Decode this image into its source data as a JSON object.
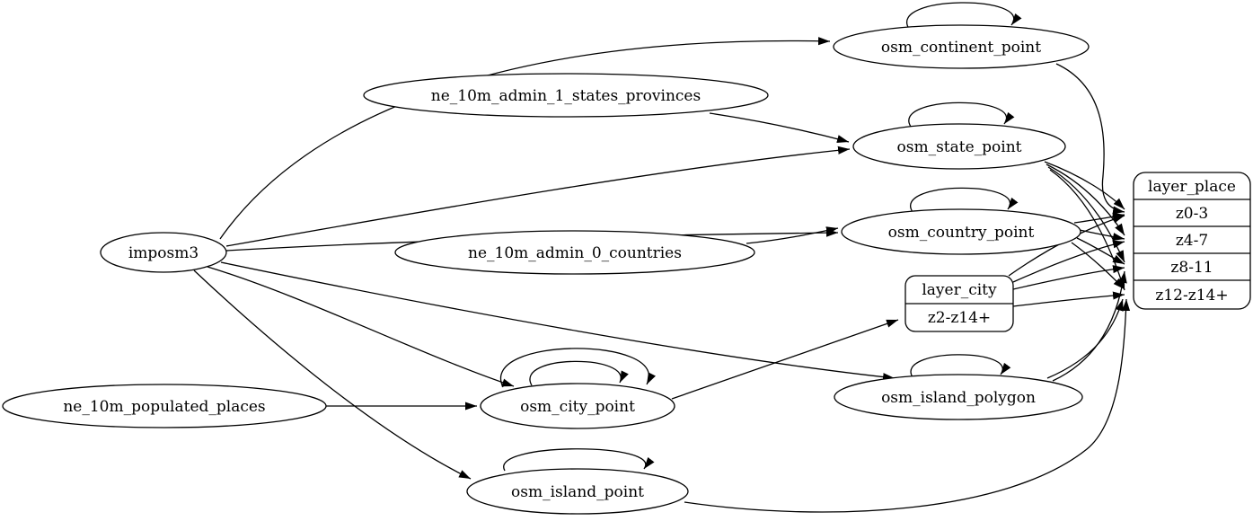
{
  "diagram": {
    "type": "directed-graph",
    "nodes": {
      "imposm3": {
        "label": "imposm3"
      },
      "ne_10m_admin_1_states_provinces": {
        "label": "ne_10m_admin_1_states_provinces"
      },
      "ne_10m_admin_0_countries": {
        "label": "ne_10m_admin_0_countries"
      },
      "ne_10m_populated_places": {
        "label": "ne_10m_populated_places"
      },
      "osm_continent_point": {
        "label": "osm_continent_point"
      },
      "osm_state_point": {
        "label": "osm_state_point"
      },
      "osm_country_point": {
        "label": "osm_country_point"
      },
      "osm_city_point": {
        "label": "osm_city_point"
      },
      "osm_island_polygon": {
        "label": "osm_island_polygon"
      },
      "osm_island_point": {
        "label": "osm_island_point"
      }
    },
    "records": {
      "layer_place": {
        "title": "layer_place",
        "rows": [
          "z0-3",
          "z4-7",
          "z8-11",
          "z12-z14+"
        ]
      },
      "layer_city": {
        "title": "layer_city",
        "rows": [
          "z2-z14+"
        ]
      }
    },
    "colors": {
      "record_fill": "#ffb6c1",
      "node_fill": "#ffffff",
      "stroke": "#000000",
      "background": "#ffffff"
    },
    "edges": [
      {
        "from": "imposm3",
        "to": "osm_continent_point"
      },
      {
        "from": "imposm3",
        "to": "osm_state_point"
      },
      {
        "from": "imposm3",
        "to": "osm_country_point"
      },
      {
        "from": "imposm3",
        "to": "osm_city_point"
      },
      {
        "from": "imposm3",
        "to": "osm_island_polygon"
      },
      {
        "from": "imposm3",
        "to": "osm_island_point"
      },
      {
        "from": "ne_10m_admin_1_states_provinces",
        "to": "osm_state_point"
      },
      {
        "from": "ne_10m_admin_0_countries",
        "to": "osm_country_point"
      },
      {
        "from": "ne_10m_populated_places",
        "to": "osm_city_point"
      },
      {
        "from": "osm_continent_point",
        "to": "osm_continent_point"
      },
      {
        "from": "osm_state_point",
        "to": "osm_state_point"
      },
      {
        "from": "osm_country_point",
        "to": "osm_country_point"
      },
      {
        "from": "osm_city_point",
        "to": "osm_city_point"
      },
      {
        "from": "osm_city_point",
        "to": "osm_city_point"
      },
      {
        "from": "osm_island_polygon",
        "to": "osm_island_polygon"
      },
      {
        "from": "osm_island_point",
        "to": "osm_island_point"
      },
      {
        "from": "osm_continent_point",
        "to": "layer_place:z0-3"
      },
      {
        "from": "osm_state_point",
        "to": "layer_place:z0-3"
      },
      {
        "from": "osm_state_point",
        "to": "layer_place:z4-7"
      },
      {
        "from": "osm_state_point",
        "to": "layer_place:z8-11"
      },
      {
        "from": "osm_state_point",
        "to": "layer_place:z12-z14+"
      },
      {
        "from": "osm_country_point",
        "to": "layer_place:z0-3"
      },
      {
        "from": "osm_country_point",
        "to": "layer_place:z4-7"
      },
      {
        "from": "osm_country_point",
        "to": "layer_place:z8-11"
      },
      {
        "from": "osm_country_point",
        "to": "layer_place:z12-z14+"
      },
      {
        "from": "osm_city_point",
        "to": "layer_city:z2-z14+"
      },
      {
        "from": "layer_city",
        "to": "layer_place:z0-3"
      },
      {
        "from": "layer_city",
        "to": "layer_place:z4-7"
      },
      {
        "from": "layer_city",
        "to": "layer_place:z8-11"
      },
      {
        "from": "layer_city",
        "to": "layer_place:z12-z14+"
      },
      {
        "from": "osm_island_polygon",
        "to": "layer_place:z8-11"
      },
      {
        "from": "osm_island_polygon",
        "to": "layer_place:z12-z14+"
      },
      {
        "from": "osm_island_point",
        "to": "layer_place:z12-z14+"
      }
    ]
  }
}
